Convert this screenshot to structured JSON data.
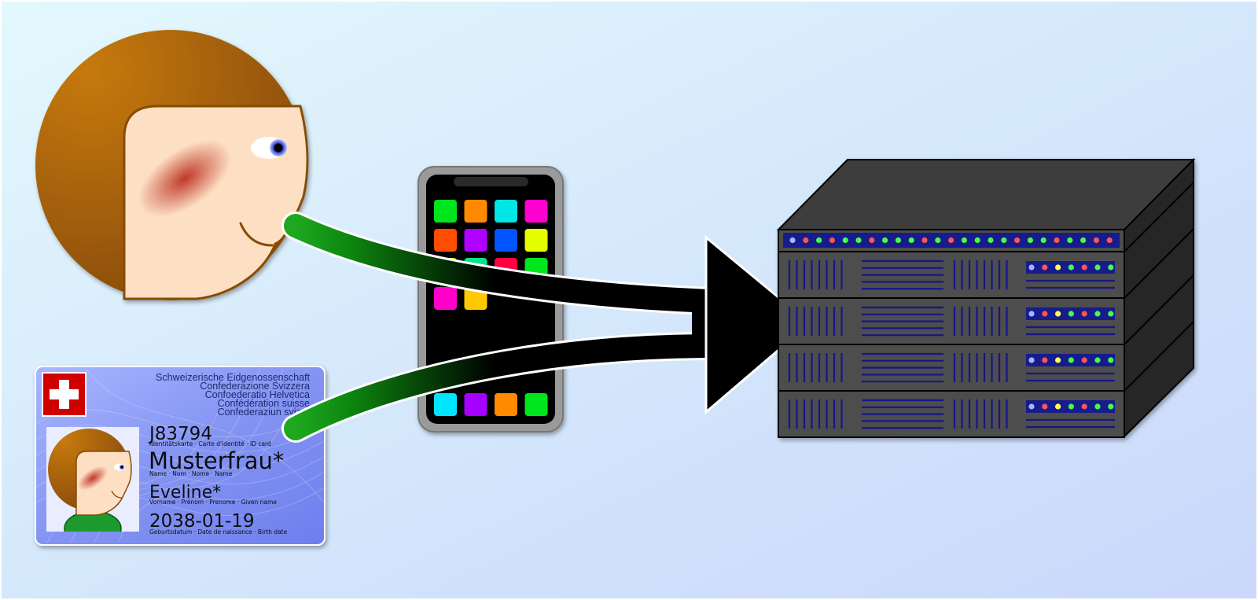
{
  "id_card": {
    "header_lines": [
      "Schweizerische Eidgenossenschaft",
      "Confederazione Svizzera",
      "Confoederatio Helvetica",
      "Confédération suisse",
      "Confederaziun svizra"
    ],
    "card_number": "J83794",
    "card_number_caption": "Identitätskarte · Carte d'identité · ID card",
    "surname": "Musterfrau*",
    "surname_caption": "Name · Nom · Nome · Name",
    "given_name": "Eveline*",
    "given_name_caption": "Vorname · Prénom · Prenome · Given name",
    "birth_date": "2038-01-19",
    "birth_date_caption": "Geburtsdatum · Date de naissance · Birth date"
  },
  "colors": {
    "arrow_start": "#1fa81f",
    "arrow_end": "#000000",
    "hair": "#a8600a",
    "skin": "#fde0c4",
    "cheek": "#c0392b",
    "card_blue": "#7f8ff0",
    "swiss_red": "#d10000",
    "server_body": "#4d4d4d",
    "server_top": "#3c3c3c"
  },
  "phone_apps": [
    "#00e61e",
    "#ff8a00",
    "#00e5e5",
    "#ff00d0",
    "#ff4d00",
    "#b000ff",
    "#0055ff",
    "#e6ff00",
    "#e6ff00",
    "#00e68a",
    "#ff0040",
    "#00e61e",
    "#ff00c8",
    "#ffc800"
  ],
  "phone_dock": [
    "#00e5ff",
    "#a600ff",
    "#ff8a00",
    "#00e61e"
  ],
  "server": {
    "top_leds": [
      "#aab4ff",
      "#ff5555",
      "#44ff44",
      "#ff5555",
      "#44ff44",
      "#44ff44",
      "#ff5555",
      "#44ff44",
      "#44ff44",
      "#44ff44",
      "#ff5555",
      "#44ff44",
      "#ff5555",
      "#44ff44",
      "#44ff44",
      "#44ff44",
      "#44ff44",
      "#ff5555",
      "#44ff44",
      "#44ff44",
      "#ff5555",
      "#44ff44",
      "#44ff44",
      "#ff5555",
      "#ff5555"
    ],
    "unit_leds": [
      "#aab4ff",
      "#ff5555",
      "#ffff55",
      "#44ff44",
      "#ff5555",
      "#44ff44",
      "#44ff44"
    ]
  }
}
